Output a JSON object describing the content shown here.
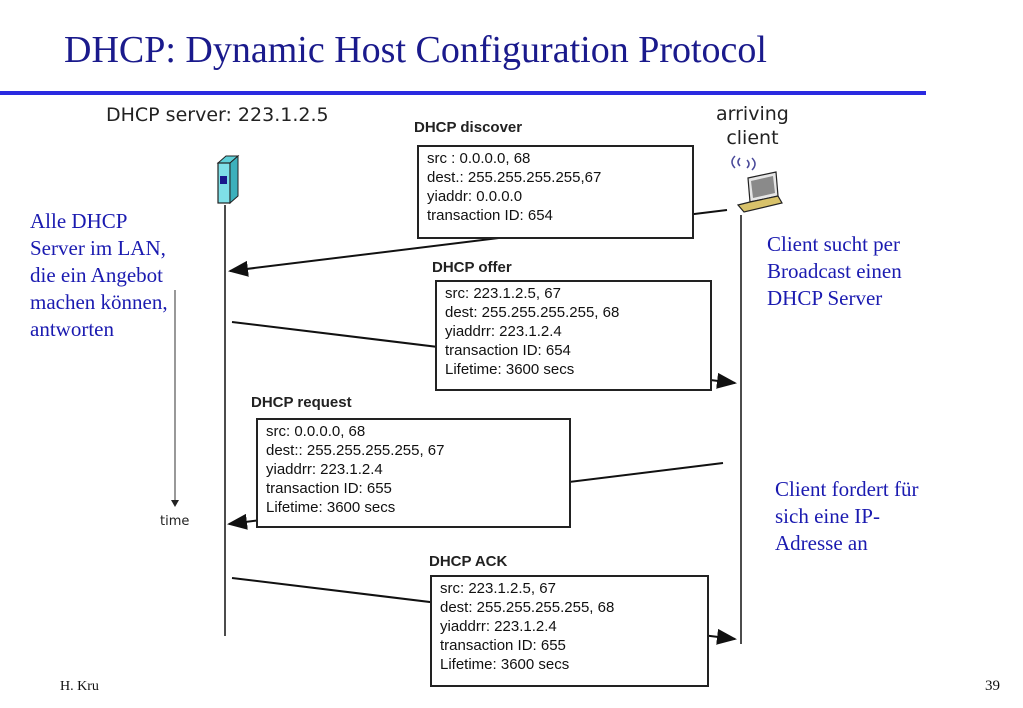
{
  "title": "DHCP: Dynamic Host Configuration Protocol",
  "server_label": "DHCP server: 223.1.2.5",
  "client_label_line1": "arriving",
  "client_label_line2": "client",
  "time_label": "time",
  "messages": [
    {
      "title": "DHCP discover",
      "lines": [
        "src : 0.0.0.0, 68",
        "dest.: 255.255.255.255,67",
        "yiaddr:    0.0.0.0",
        "transaction ID: 654"
      ]
    },
    {
      "title": "DHCP offer",
      "lines": [
        "src: 223.1.2.5, 67",
        "dest:  255.255.255.255, 68",
        "yiaddrr: 223.1.2.4",
        "transaction ID: 654",
        "Lifetime: 3600 secs"
      ]
    },
    {
      "title": "DHCP request",
      "lines": [
        "src:  0.0.0.0, 68",
        "dest::  255.255.255.255, 67",
        "yiaddrr: 223.1.2.4",
        "transaction ID: 655",
        "Lifetime: 3600 secs"
      ]
    },
    {
      "title": "DHCP ACK",
      "lines": [
        "src: 223.1.2.5, 67",
        "dest:  255.255.255.255, 68",
        "yiaddrr: 223.1.2.4",
        "transaction ID: 655",
        "Lifetime: 3600 secs"
      ]
    }
  ],
  "notes": {
    "left": [
      "Alle DHCP",
      "Server im LAN,",
      "die ein Angebot",
      "machen können,",
      "antworten"
    ],
    "right_top": [
      "Client sucht per",
      "Broadcast einen",
      "DHCP Server"
    ],
    "right_bottom": [
      "Client fordert für",
      "sich eine IP-",
      "Adresse an"
    ]
  },
  "footer": {
    "author": "H. Kru",
    "page_number": "39"
  },
  "colors": {
    "title": "#1a1a8c",
    "title_rule": "#2a2ae0",
    "notes": "#1a1ab0"
  },
  "icons": {
    "server": "server-tower-icon",
    "client": "laptop-wireless-icon"
  }
}
